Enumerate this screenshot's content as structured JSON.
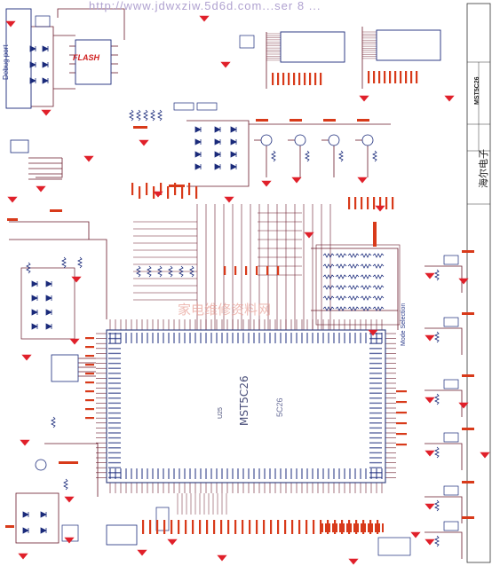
{
  "watermark_url": "http://www.jdwxziw.5d6d.com...ser 8 ...",
  "watermark_mid": "家电维修资料网",
  "labels": {
    "debug_port": "Debug port",
    "flash": "FLASH",
    "chip_name": "MST5C26",
    "chip_ref": "U25",
    "chip_alt": "5C26",
    "mode_selection": "Mode Selection",
    "title_block_model": "MST5C26",
    "title_block_company": "海尔电子"
  },
  "colors": {
    "wire": "#6a1a2a",
    "component": "#1a2a7a",
    "net_label": "#d83a1a",
    "ground": "#e0202a",
    "chip_outline": "#2a3a7a"
  }
}
